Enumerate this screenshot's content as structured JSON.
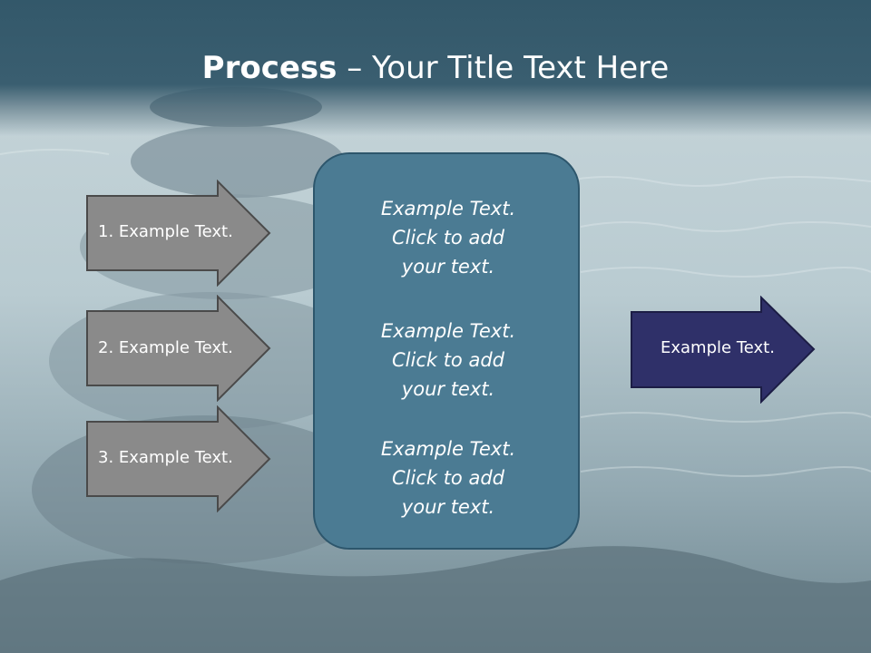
{
  "slide": {
    "title_bold": "Process",
    "title_dash": " – ",
    "title_rest": "Your Title Text Here"
  },
  "process": {
    "steps": [
      {
        "label": "1. Example Text."
      },
      {
        "label": "2. Example Text."
      },
      {
        "label": "3. Example Text."
      }
    ],
    "center_blocks": [
      {
        "lines": [
          "Example Text.",
          "Click  to add",
          "your text."
        ]
      },
      {
        "lines": [
          "Example Text.",
          "Click  to add",
          "your text."
        ]
      },
      {
        "lines": [
          "Example Text.",
          "Click  to add",
          "your text."
        ]
      }
    ],
    "result": {
      "label": "Example Text."
    }
  },
  "colors": {
    "title_band": "#3a5e70",
    "step_arrow": "#8a8a8a",
    "center_box": "#4b7b93",
    "result_arrow": "#2f3069"
  }
}
